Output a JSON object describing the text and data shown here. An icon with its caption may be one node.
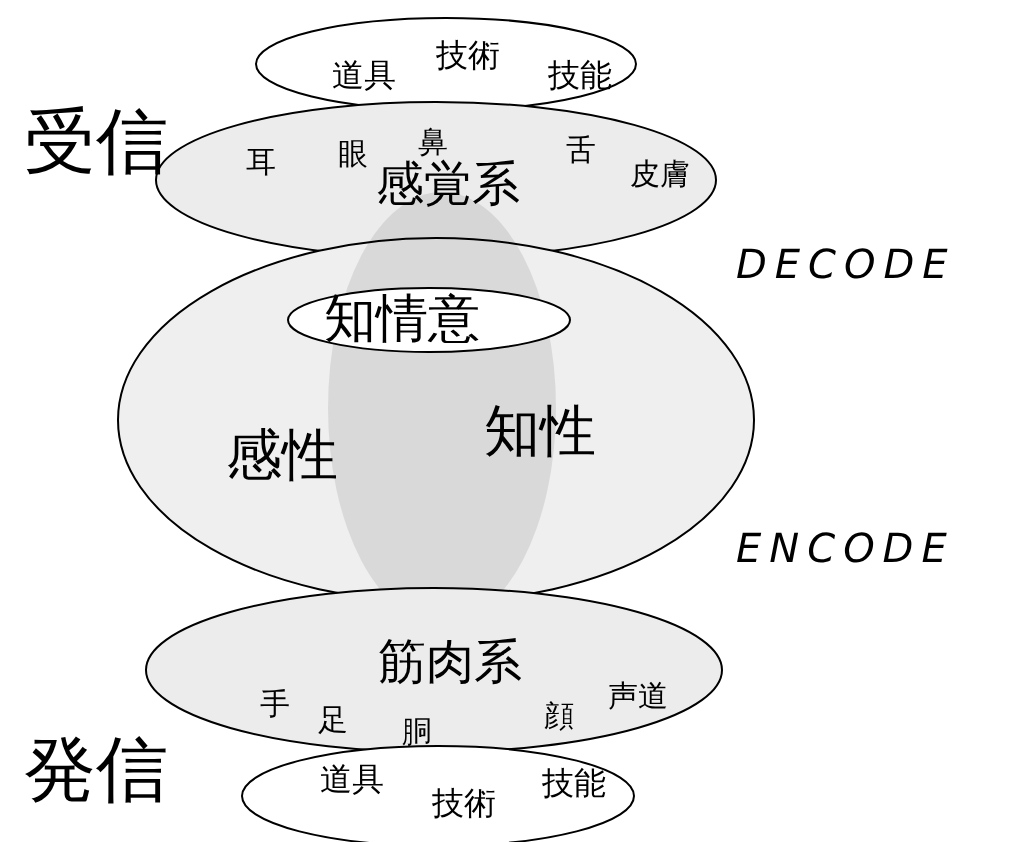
{
  "diagram": {
    "nodes": [
      {
        "text": [
          "道具",
          "技術",
          "技能"
        ]
      },
      {
        "text": [
          "耳",
          "眼",
          "鼻",
          "舌",
          "皮膚",
          "感覚系"
        ]
      },
      {
        "text": [
          "感性",
          "知性"
        ]
      },
      {
        "text": [
          "知情意"
        ],
        "in": 2
      },
      {
        "text": [
          "筋肉系",
          "手",
          "足",
          "胴",
          "顔",
          "声道"
        ]
      },
      {
        "text": [
          "道具",
          "技術",
          "技能"
        ]
      }
    ],
    "edges": [],
    "labels": [
      "受信",
      "DECODE",
      "ENCODE",
      "発信"
    ]
  }
}
